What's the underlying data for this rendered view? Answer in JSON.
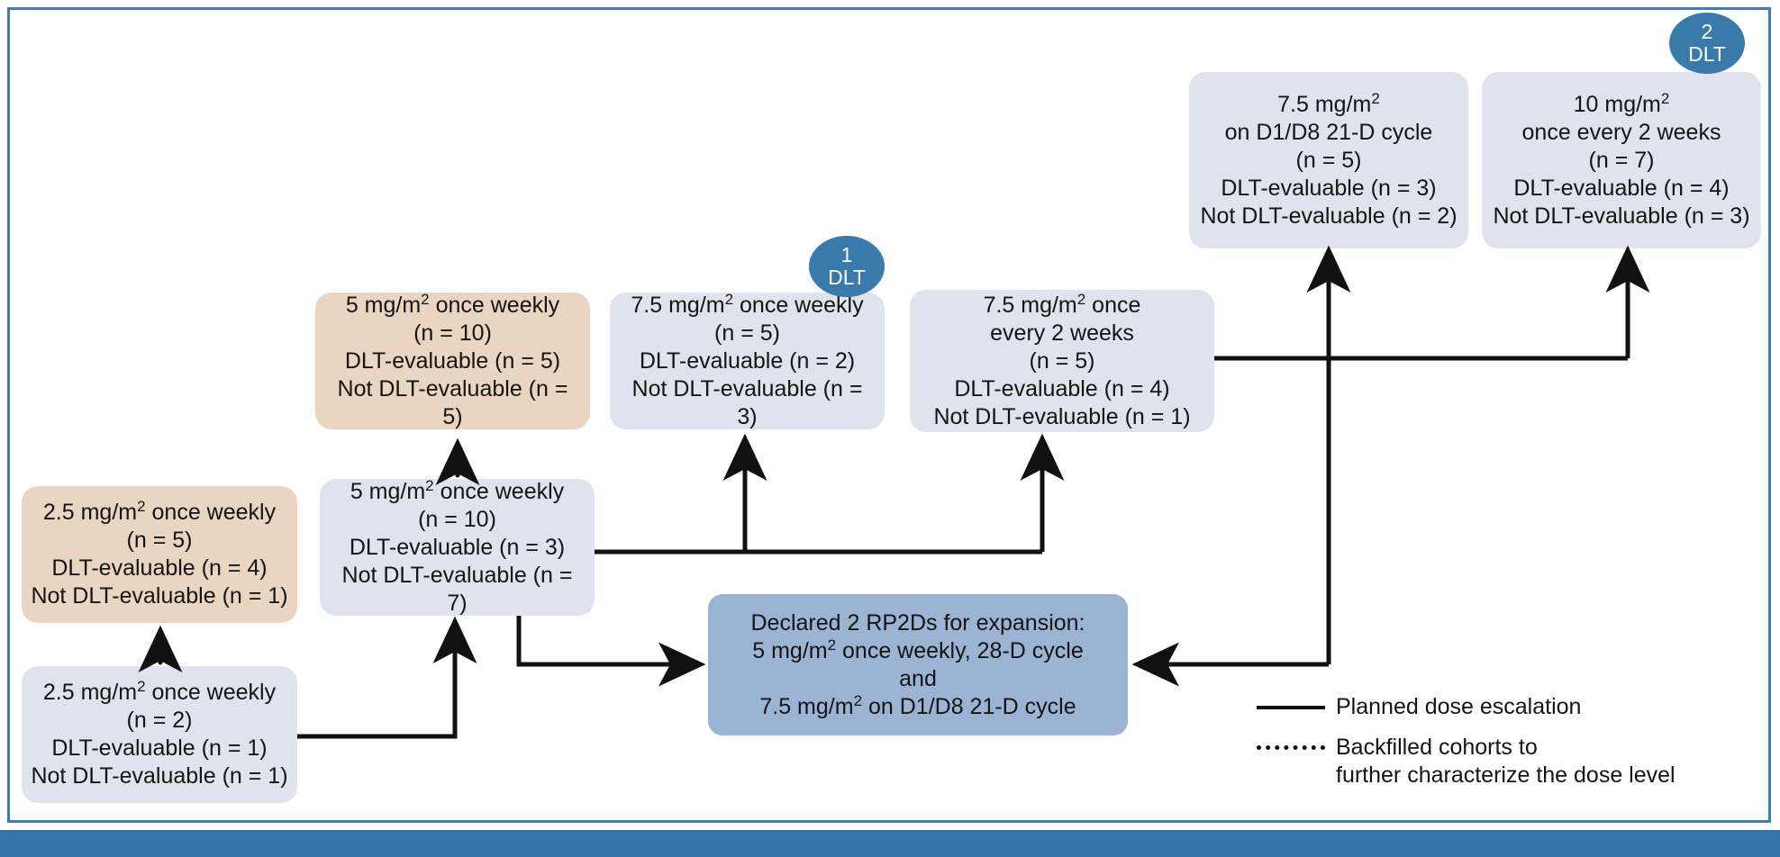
{
  "figure": {
    "frame_color": "#3d7cb5",
    "bottom_bar_color": "#3672ab",
    "colors": {
      "backfill_box": "#e9d5c1",
      "escalation_box": "#dfe3ed",
      "rp2d_box": "#9cb4d4",
      "badge": "#3a7aab",
      "connector": "#111111"
    }
  },
  "nodes": {
    "dose_2_5_start": {
      "line1": "2.5 mg/m² once weekly",
      "line2": "(n = 2)",
      "line3": "DLT-evaluable (n = 1)",
      "line4": "Not DLT-evaluable (n = 1)",
      "dose": "2.5 mg/m²",
      "schedule": "once weekly",
      "n": 2,
      "dlt_evaluable": 1,
      "not_dlt_evaluable": 1,
      "type": "escalation"
    },
    "dose_2_5_backfill": {
      "line1": "2.5 mg/m² once weekly",
      "line2": "(n = 5)",
      "line3": "DLT-evaluable (n = 4)",
      "line4": "Not DLT-evaluable (n = 1)",
      "dose": "2.5 mg/m²",
      "schedule": "once weekly",
      "n": 5,
      "dlt_evaluable": 4,
      "not_dlt_evaluable": 1,
      "type": "backfill"
    },
    "dose_5_escalation": {
      "line1": "5 mg/m² once weekly",
      "line2": "(n = 10)",
      "line3": "DLT-evaluable (n = 3)",
      "line4": "Not DLT-evaluable (n = 7)",
      "dose": "5 mg/m²",
      "schedule": "once weekly",
      "n": 10,
      "dlt_evaluable": 3,
      "not_dlt_evaluable": 7,
      "type": "escalation"
    },
    "dose_5_backfill": {
      "line1": "5 mg/m² once weekly",
      "line2": "(n = 10)",
      "line3": "DLT-evaluable (n = 5)",
      "line4": "Not DLT-evaluable (n = 5)",
      "dose": "5 mg/m²",
      "schedule": "once weekly",
      "n": 10,
      "dlt_evaluable": 5,
      "not_dlt_evaluable": 5,
      "type": "backfill"
    },
    "dose_7_5_weekly": {
      "line1": "7.5 mg/m² once weekly",
      "line2": "(n = 5)",
      "line3": "DLT-evaluable (n = 2)",
      "line4": "Not DLT-evaluable (n = 3)",
      "dose": "7.5 mg/m²",
      "schedule": "once weekly",
      "n": 5,
      "dlt_evaluable": 2,
      "not_dlt_evaluable": 3,
      "type": "escalation",
      "dlt_badge": "1"
    },
    "dose_7_5_q2w": {
      "line1": "7.5 mg/m² once",
      "line2": "every 2 weeks",
      "line3": "(n = 5)",
      "line4": "DLT-evaluable (n = 4)",
      "line5": "Not DLT-evaluable (n = 1)",
      "dose": "7.5 mg/m²",
      "schedule": "once every 2 weeks",
      "n": 5,
      "dlt_evaluable": 4,
      "not_dlt_evaluable": 1,
      "type": "escalation"
    },
    "dose_7_5_d1d8": {
      "line1": "7.5 mg/m²",
      "line2": "on D1/D8 21-D cycle",
      "line3": "(n = 5)",
      "line4": "DLT-evaluable (n = 3)",
      "line5": "Not DLT-evaluable (n = 2)",
      "dose": "7.5 mg/m²",
      "schedule": "on D1/D8 21-D cycle",
      "n": 5,
      "dlt_evaluable": 3,
      "not_dlt_evaluable": 2,
      "type": "escalation"
    },
    "dose_10_q2w": {
      "line1": "10 mg/m²",
      "line2": "once every 2 weeks",
      "line3": "(n = 7)",
      "line4": "DLT-evaluable (n = 4)",
      "line5": "Not DLT-evaluable (n = 3)",
      "dose": "10 mg/m²",
      "schedule": "once every 2 weeks",
      "n": 7,
      "dlt_evaluable": 4,
      "not_dlt_evaluable": 3,
      "type": "escalation",
      "dlt_badge": "2"
    },
    "rp2d": {
      "line1": "Declared 2 RP2Ds for expansion:",
      "line2": "5 mg/m² once weekly, 28-D cycle",
      "line3": "and",
      "line4": "7.5 mg/m² on D1/D8 21-D cycle",
      "type": "rp2d"
    }
  },
  "badges": {
    "dlt_1": {
      "count": "1",
      "label": "DLT"
    },
    "dlt_2": {
      "count": "2",
      "label": "DLT"
    }
  },
  "legend": {
    "solid_label": "Planned dose escalation",
    "dotted_label": "Backfilled cohorts to\nfurther characterize the dose level"
  }
}
